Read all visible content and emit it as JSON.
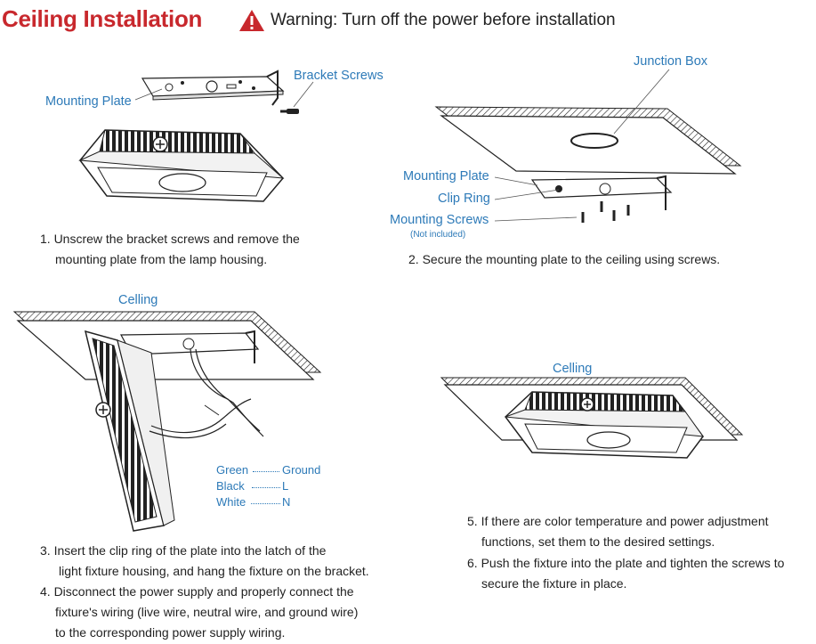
{
  "header": {
    "title": "Ceiling Installation",
    "warning": "Warning: Turn off the power before installation"
  },
  "panel1": {
    "label_bracket_screws": "Bracket Screws",
    "label_mounting_plate": "Mounting Plate",
    "step_line1": "1. Unscrew the bracket screws and remove the",
    "step_line2": "mounting plate from the lamp housing."
  },
  "panel2": {
    "label_junction_box": "Junction Box",
    "label_mounting_plate": "Mounting Plate",
    "label_clip_ring": "Clip Ring",
    "label_mounting_screws": "Mounting Screws",
    "label_not_included": "(Not included)",
    "step_line": "2. Secure the mounting plate to the ceiling using screws."
  },
  "panel3": {
    "label_ceiling": "Celling",
    "wire_green": "Green",
    "wire_ground": "Ground",
    "wire_black": "Black",
    "wire_l": "L",
    "wire_white": "White",
    "wire_n": "N",
    "step3_line1": "3. Insert the clip ring of the plate into the latch of the",
    "step3_line2": "light fixture housing, and hang the fixture on the bracket.",
    "step4_line1": "4. Disconnect the power supply and properly connect the",
    "step4_line2": "fixture's wiring (live wire, neutral wire, and ground wire)",
    "step4_line3": "to the corresponding power supply wiring."
  },
  "panel4": {
    "label_ceiling": "Celling",
    "step5_line1": "5. If there are color temperature and power adjustment",
    "step5_line2": "functions, set them to the desired settings.",
    "step6_line1": "6. Push the fixture into the plate and tighten the screws to",
    "step6_line2": "secure the fixture in place."
  },
  "colors": {
    "title": "#c8282d",
    "label": "#2d7ab8",
    "warning_icon": "#c8282d"
  }
}
